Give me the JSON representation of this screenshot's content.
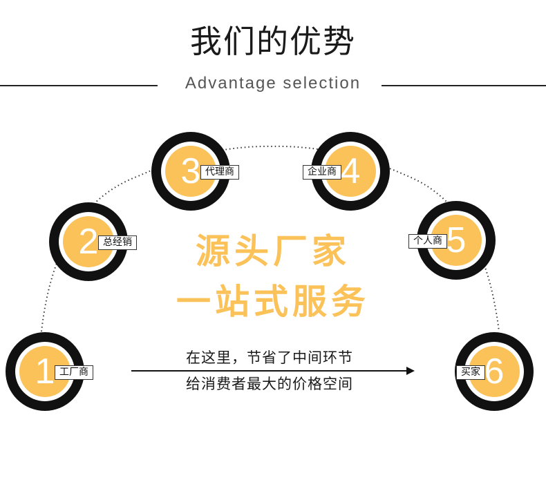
{
  "header": {
    "title": "我们的优势",
    "subtitle": "Advantage selection"
  },
  "steps": [
    {
      "number": "1",
      "label": "工厂商"
    },
    {
      "number": "2",
      "label": "总经销"
    },
    {
      "number": "3",
      "label": "代理商"
    },
    {
      "number": "4",
      "label": "企业商"
    },
    {
      "number": "5",
      "label": "个人商"
    },
    {
      "number": "6",
      "label": "买家"
    }
  ],
  "slogan": {
    "line1": "源头厂家",
    "line2": "一站式服务"
  },
  "description": {
    "line1": "在这里，节省了中间环节",
    "line2": "给消费者最大的价格空间"
  },
  "colors": {
    "accent": "#fbc25a",
    "ring": "#111111",
    "text": "#1a1a1a"
  }
}
